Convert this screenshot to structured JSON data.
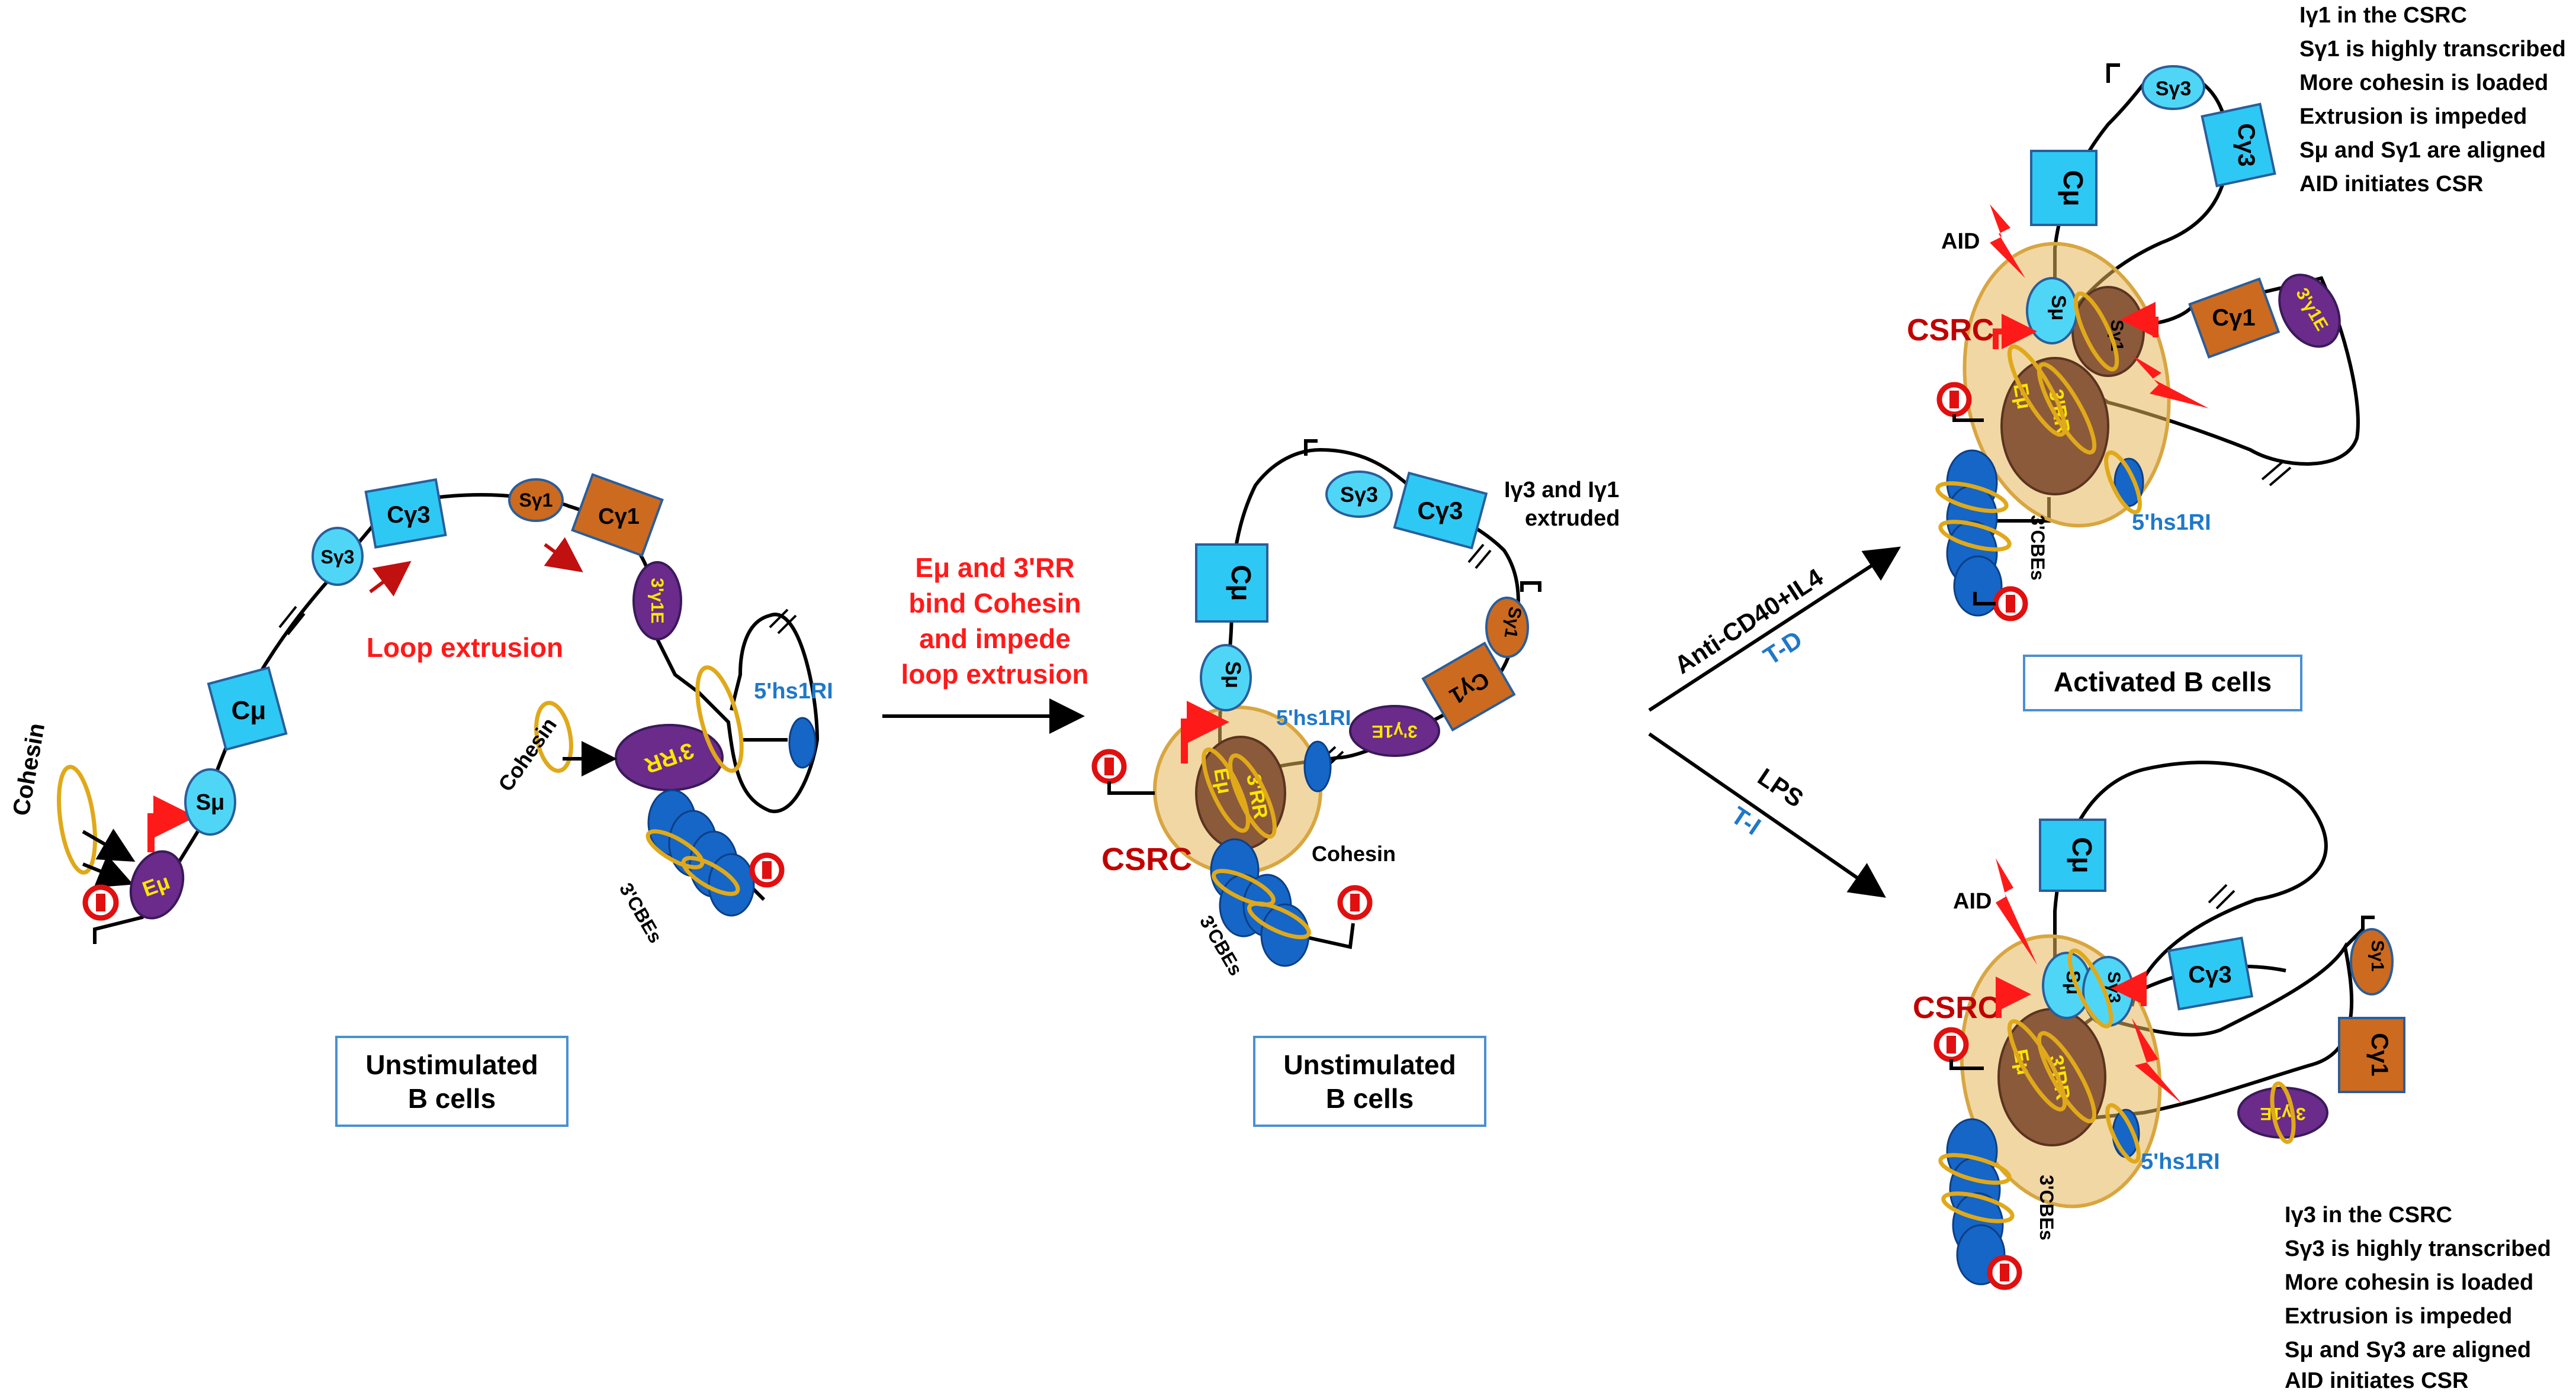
{
  "panel_left": {
    "cohesin_a": "Cohesin",
    "cohesin_b": "Cohesin",
    "loop_extrusion": "Loop extrusion",
    "e_mu": "Eμ",
    "s_mu": "Sμ",
    "c_mu": "Cμ",
    "s_g3": "Sγ3",
    "c_g3": "Cγ3",
    "s_g1": "Sγ1",
    "c_g1": "Cγ1",
    "g1e": "3'γ1E",
    "rr": "3'RR",
    "hs1ri": "5'hs1RI",
    "cbes": "3'CBEs",
    "box_line1": "Unstimulated",
    "box_line2": "B cells"
  },
  "step_text": {
    "line1": "Eμ and 3'RR",
    "line2": "bind Cohesin",
    "line3": "and impede",
    "line4": "loop extrusion"
  },
  "panel_middle": {
    "csrc": "CSRC",
    "e_mu": "Eμ",
    "rr": "3'RR",
    "c_mu": "Cμ",
    "s_mu": "Sμ",
    "s_g3": "Sγ3",
    "c_g3": "Cγ3",
    "s_g1": "Sγ1",
    "c_g1": "Cγ1",
    "g1e": "3'γ1E",
    "hs1ri": "5'hs1RI",
    "cohesin": "Cohesin",
    "cbes": "3'CBEs",
    "extruded_line1": "Iγ3 and Iγ1",
    "extruded_line2": "extruded",
    "box_line1": "Unstimulated",
    "box_line2": "B cells"
  },
  "branches": {
    "top_label": "Anti-CD40+IL4",
    "top_sub": "T-D",
    "bottom_label": "LPS",
    "bottom_sub": "T-I"
  },
  "panel_top_right": {
    "notes": [
      "Iγ1 in the CSRC",
      "Sγ1 is highly transcribed",
      "More cohesin is loaded",
      "Extrusion is impeded",
      "Sμ and Sγ1 are aligned",
      "AID initiates CSR"
    ],
    "aid": "AID",
    "csrc": "CSRC",
    "s_mu": "Sμ",
    "s_g1": "Sγ1",
    "c_mu": "Cμ",
    "s_g3": "Sγ3",
    "c_g3": "Cγ3",
    "c_g1": "Cγ1",
    "g1e": "3'γ1E",
    "e_mu": "Eμ",
    "rr": "3'RR",
    "hs1ri": "5'hs1RI",
    "cbes": "3'CBEs",
    "box": "Activated B cells"
  },
  "panel_bottom_right": {
    "notes": [
      "Iγ3 in the CSRC",
      "Sγ3 is highly transcribed",
      "More cohesin is loaded",
      "Extrusion is impeded",
      "Sμ and Sγ3 are aligned",
      "AID initiates CSR"
    ],
    "aid": "AID",
    "csrc": "CSRC",
    "s_mu": "Sμ",
    "s_g3": "Sγ3",
    "c_mu": "Cμ",
    "c_g3": "Cγ3",
    "s_g1": "Sγ1",
    "c_g1": "Cγ1",
    "g1e": "3'γ1E",
    "e_mu": "Eμ",
    "rr": "3'RR",
    "hs1ri": "5'hs1RI",
    "cbes": "3'CBEs"
  },
  "colors": {
    "switch_region": "#4fd6f7",
    "constant_region": "#2ec8f5",
    "gamma1_constant": "#cc6a1f",
    "enhancer": "#6a2b8a",
    "csrc": "#e6b65a",
    "cbe": "#1566c6",
    "cohesin_ring": "#e0a91a",
    "emphasis_red": "#ff1a1a"
  }
}
